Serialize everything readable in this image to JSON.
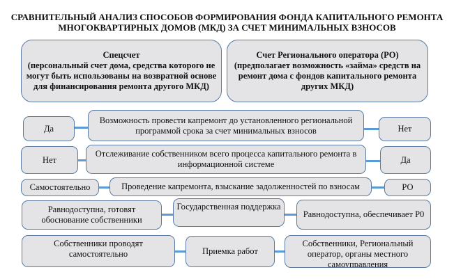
{
  "title": {
    "line1": "СРАВНИТЕЛЬНЫЙ АНАЛИЗ СПОСОБОВ ФОРМИРОВАНИЯ ФОНДА КАПИТАЛЬНОГО РЕМОНТА",
    "line2": "МНОГОКВАРТИРНЫХ ДОМОВ (МКД) ЗА СЧЕТ МИНИМАЛЬНЫХ ВЗНОСОВ"
  },
  "headers": {
    "left": "Спецсчет\n(персональный счет дома, средства которого не могут быть использованы на возвратной основе для финансирования ремонта другого МКД)",
    "right": "Счет Регионального оператора (РО)\n(предполагает возможность «займа» средств на ремонт дома с фондов капитального ремонта других МКД)"
  },
  "rows": [
    {
      "left": "Да",
      "center": "Возможность провести капремонт до установленного региональной программой срока за счет минимальных взносов",
      "right": "Нет"
    },
    {
      "left": "Нет",
      "center": "Отслеживание собственником всего процесса капитального ремонта в информационной системе",
      "right": "Да"
    },
    {
      "left": "Самостоятельно",
      "center": "Проведение капремонта, взыскание задолженностей по взносам",
      "right": "РО"
    },
    {
      "left": "Равнодоступна, готовят обоснование собственники",
      "center": "Государственная поддержка",
      "right": "Равнодоступна, обеспечивает Р0"
    },
    {
      "left": "Собственники проводят самостоятельно",
      "center": "Приемка работ",
      "right": "Собственники, Региональный оператор, органы местного самоуправления"
    }
  ]
}
